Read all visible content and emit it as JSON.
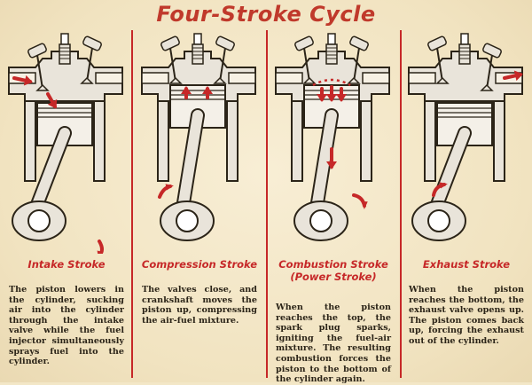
{
  "title": "Four-Stroke Cycle",
  "colors": {
    "accent": "#c62828",
    "ink": "#2b2418",
    "paper": "#f3e7c7",
    "metal": "#e9e4da"
  },
  "strokes": [
    {
      "label": "Intake Stroke",
      "label2": "",
      "text": "The piston lowers in the cylinder, sucking air into the cylinder through the intake valve while the fuel injector simultaneously sprays fuel into the cylinder.",
      "piston_position": "bottom",
      "arrows": "intake"
    },
    {
      "label": "Compression Stroke",
      "label2": "",
      "text": "The valves close, and crankshaft moves the piston up, compressing the air-fuel mixture.",
      "piston_position": "top",
      "arrows": "compression"
    },
    {
      "label": "Combustion Stroke",
      "label2": "(Power Stroke)",
      "text": "When the piston reaches the top, the spark plug sparks, igniting the fuel-air mixture. The resulting combustion forces the piston to the bottom of the cylinder again.",
      "piston_position": "top",
      "arrows": "combustion"
    },
    {
      "label": "Exhaust Stroke",
      "label2": "",
      "text": "When the piston reaches the bottom, the exhaust valve opens up. The piston comes back up, forcing the exhaust out of the cylinder.",
      "piston_position": "bottom",
      "arrows": "exhaust"
    }
  ]
}
